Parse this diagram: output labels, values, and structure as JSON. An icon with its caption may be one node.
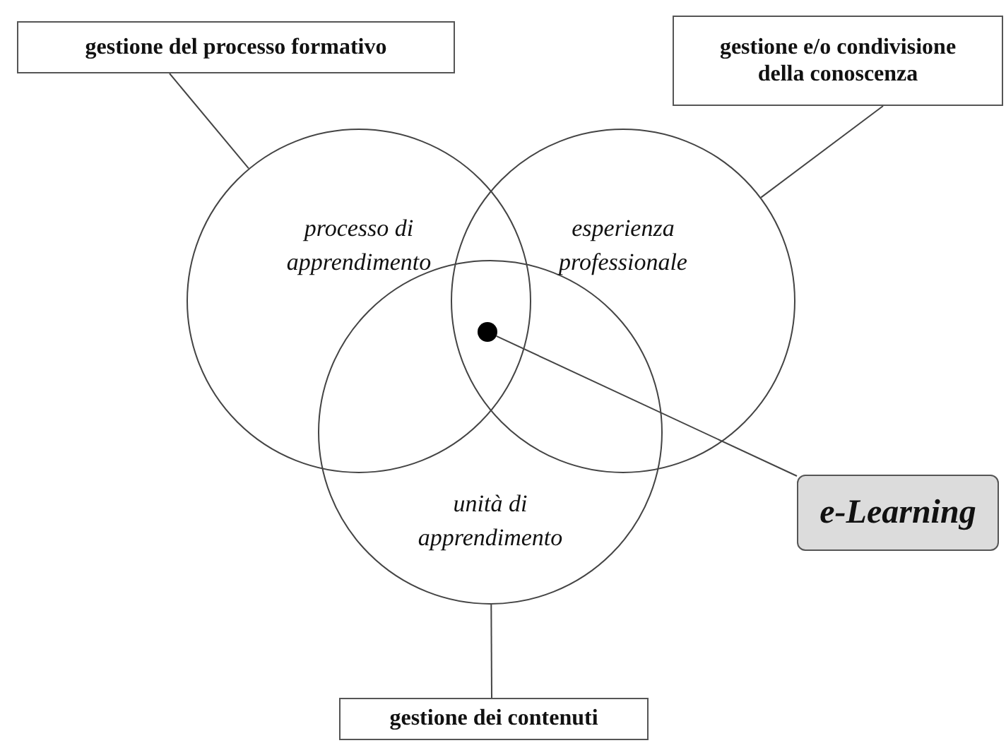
{
  "diagram": {
    "nodes": [
      {
        "text": [
          "gestione del processo formativo"
        ]
      },
      {
        "text": [
          "gestione e/o condivisione della conoscenza"
        ]
      },
      {
        "text": [
          "processo di apprendimento"
        ]
      },
      {
        "text": [
          "esperienza professionale"
        ]
      },
      {
        "text": [
          "unità di apprendimento"
        ]
      },
      {
        "text": [],
        "shape": "circle"
      },
      {
        "text": [
          "e-Learning"
        ]
      },
      {
        "text": [
          "gestione dei contenuti"
        ]
      }
    ],
    "edges": [
      {
        "from": 0,
        "to": 2,
        "arrow": "none"
      },
      {
        "from": 1,
        "to": 3,
        "arrow": "none"
      },
      {
        "from": 4,
        "to": 7,
        "arrow": "none"
      },
      {
        "from": 6,
        "to": 5,
        "arrow": "none"
      }
    ]
  }
}
